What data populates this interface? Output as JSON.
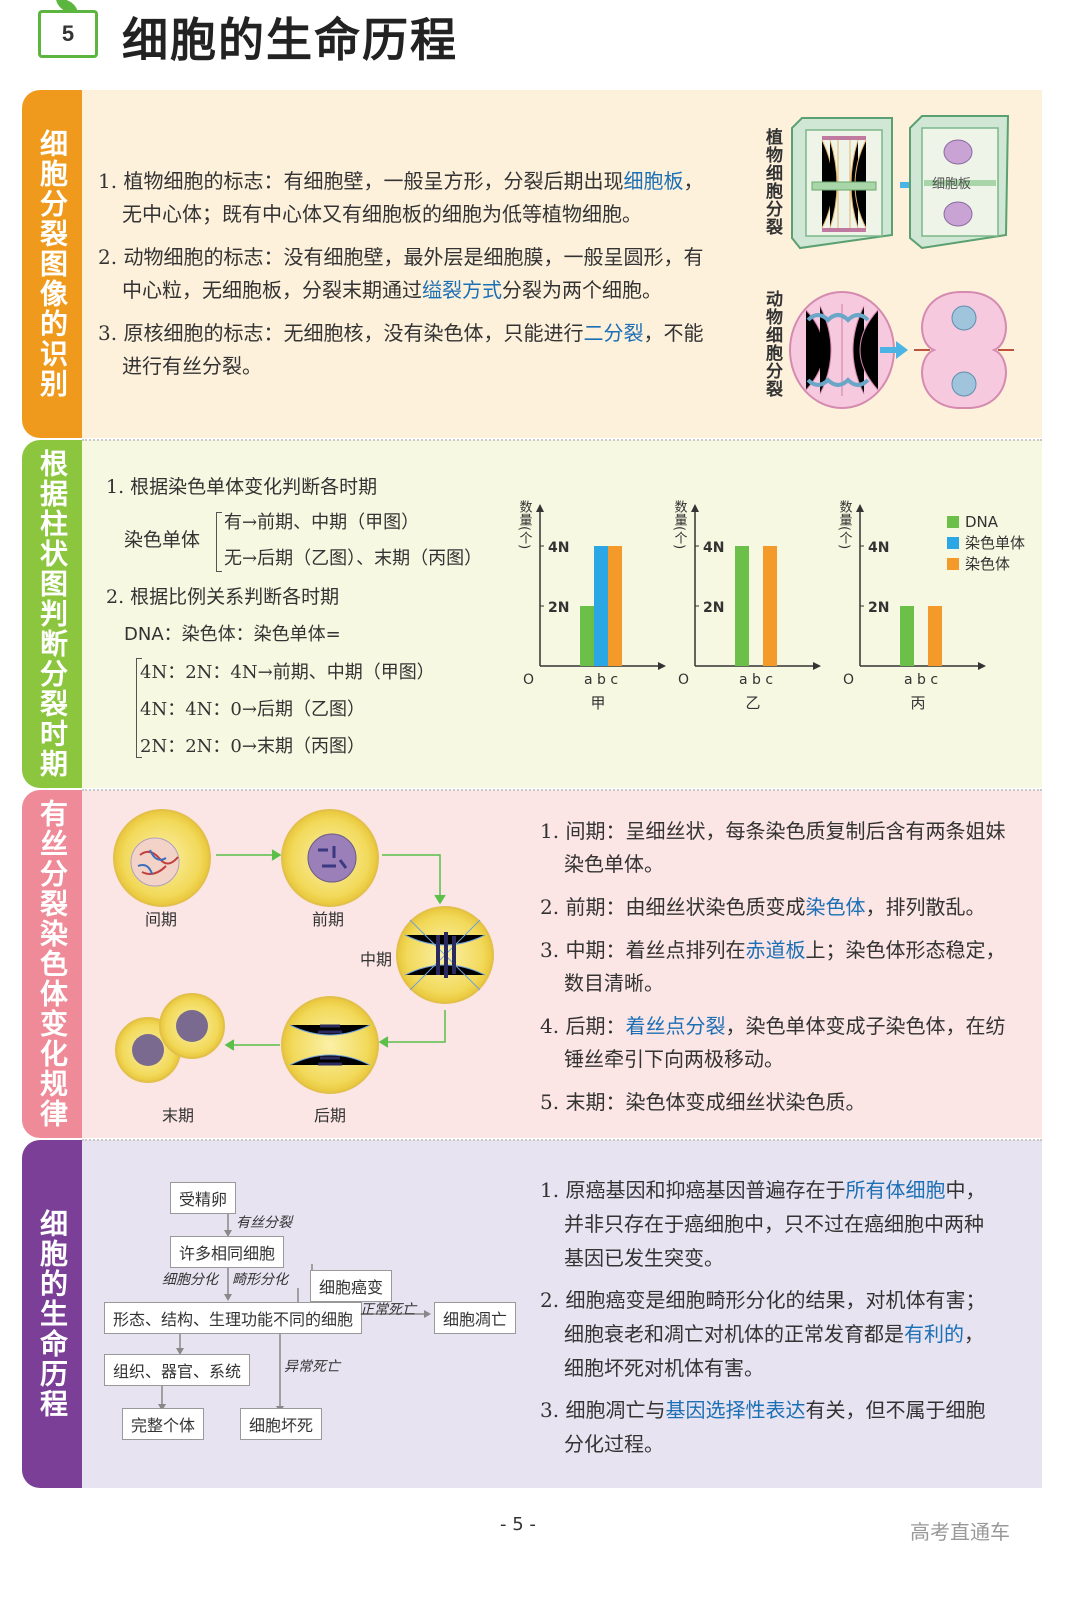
{
  "header": {
    "number": "5",
    "title": "细胞的生命历程"
  },
  "colors": {
    "tab1": "#ef9a1c",
    "tab2": "#8cc63e",
    "tab3": "#ef8b98",
    "tab4": "#7b3f98",
    "highlight": "#1b6fb5",
    "dna": "#6cc04a",
    "chromatid": "#2ba7e6",
    "chromosome": "#f39a2b"
  },
  "sections": [
    {
      "tab": "细胞分裂图像的识别"
    },
    {
      "tab": "根据柱状图判断分裂时期"
    },
    {
      "tab": "有丝分裂染色体变化规律"
    },
    {
      "tab": "细胞的生命历程"
    }
  ],
  "s1": {
    "items": [
      {
        "num": "1.",
        "a": "植物细胞的标志：有细胞壁，一般呈方形，分裂后期出现",
        "hl": "细胞板",
        "b": "，",
        "line2": "无中心体；既有中心体又有细胞板的细胞为低等植物细胞。"
      },
      {
        "num": "2.",
        "a": "动物细胞的标志：没有细胞壁，最外层是细胞膜，一般呈圆形，有",
        "line2a": "中心粒，无细胞板，分裂末期通过",
        "hl": "缢裂方式",
        "line2b": "分裂为两个细胞。"
      },
      {
        "num": "3.",
        "a": "原核细胞的标志：无细胞核，没有染色体，只能进行",
        "hl": "二分裂",
        "b": "，不能",
        "line2": "进行有丝分裂。"
      }
    ],
    "plant_label": "植物细胞分裂",
    "animal_label": "动物细胞分裂",
    "cell_plate_label": "细胞板",
    "arrow_icon": "arrow-right-icon"
  },
  "s2": {
    "l1": "1. 根据染色单体变化判断各时期",
    "chromatid": "染色单体",
    "has": "有→前期、中期（甲图）",
    "none": "无→后期（乙图）、末期（丙图）",
    "l2": "2. 根据比例关系判断各时期",
    "ratio": "DNA：染色体：染色单体=",
    "r1": "4N：2N：4N→前期、中期（甲图）",
    "r2": "4N：4N：0→后期（乙图）",
    "r3": "2N：2N：0→末期（丙图）",
    "ylabel": "数量(个)",
    "origin": "O",
    "xlabels": "a b c",
    "ticks": [
      "4N",
      "2N"
    ],
    "legend": [
      "DNA",
      "染色单体",
      "染色体"
    ]
  },
  "chart_data": [
    {
      "type": "bar",
      "title": "甲",
      "categories": [
        "a",
        "b",
        "c"
      ],
      "ylabel": "数量(个)",
      "ticks": [
        "2N",
        "4N"
      ],
      "series": [
        {
          "name": "DNA",
          "values": [
            2,
            null,
            null
          ]
        },
        {
          "name": "染色单体",
          "values": [
            null,
            4,
            null
          ]
        },
        {
          "name": "染色体",
          "values": [
            null,
            null,
            4
          ]
        }
      ],
      "note_values_in_N": {
        "a": 2,
        "b": 4,
        "c": 4
      }
    },
    {
      "type": "bar",
      "title": "乙",
      "categories": [
        "a",
        "b",
        "c"
      ],
      "ylabel": "数量(个)",
      "ticks": [
        "2N",
        "4N"
      ],
      "series": [
        {
          "name": "DNA",
          "values": [
            4,
            null,
            null
          ]
        },
        {
          "name": "染色单体",
          "values": [
            null,
            0,
            null
          ]
        },
        {
          "name": "染色体",
          "values": [
            null,
            null,
            4
          ]
        }
      ]
    },
    {
      "type": "bar",
      "title": "丙",
      "categories": [
        "a",
        "b",
        "c"
      ],
      "ylabel": "数量(个)",
      "ticks": [
        "2N",
        "4N"
      ],
      "series": [
        {
          "name": "DNA",
          "values": [
            2,
            null,
            null
          ]
        },
        {
          "name": "染色单体",
          "values": [
            null,
            0,
            null
          ]
        },
        {
          "name": "染色体",
          "values": [
            null,
            null,
            2
          ]
        }
      ]
    }
  ],
  "s3": {
    "stages": [
      "间期",
      "前期",
      "中期",
      "末期",
      "后期"
    ],
    "items": [
      {
        "num": "1.",
        "a": "间期：呈细丝状，每条染色质复制后含有两条姐妹",
        "line2": "染色单体。"
      },
      {
        "num": "2.",
        "a": "前期：由细丝状染色质变成",
        "hl": "染色体",
        "b": "，排列散乱。"
      },
      {
        "num": "3.",
        "a": "中期：着丝点排列在",
        "hl": "赤道板",
        "b": "上；染色体形态稳定，",
        "line2": "数目清晰。"
      },
      {
        "num": "4.",
        "a": "后期：",
        "hl": "着丝点分裂",
        "b": "，染色单体变成子染色体，在纺",
        "line2": "锤丝牵引下向两极移动。"
      },
      {
        "num": "5.",
        "a": "末期：染色体变成细丝状染色质。"
      }
    ]
  },
  "s4": {
    "flow": {
      "zygote": "受精卵",
      "mitosis": "有丝分裂",
      "same_cells": "许多相同细胞",
      "diff": "细胞分化",
      "abnormal": "畸形分化",
      "cancer": "细胞癌变",
      "diff_cells": "形态、结构、生理功能不同的细胞",
      "normal_death": "正常死亡",
      "apoptosis": "细胞凋亡",
      "tissues": "组织、器官、系统",
      "abnormal_death": "异常死亡",
      "individual": "完整个体",
      "necrosis": "细胞坏死"
    },
    "items": [
      {
        "num": "1.",
        "a": "原癌基因和抑癌基因普遍存在于",
        "hl": "所有体细胞",
        "b": "中，",
        "line2": "并非只存在于癌细胞中，只不过在癌细胞中两种",
        "line3": "基因已发生突变。"
      },
      {
        "num": "2.",
        "a": "细胞癌变是细胞畸形分化的结果，对机体有害；",
        "line2a": "细胞衰老和凋亡对机体的正常发育都是",
        "hl": "有利的",
        "line2b": "，",
        "line3": "细胞坏死对机体有害。"
      },
      {
        "num": "3.",
        "a": "细胞凋亡与",
        "hl": "基因选择性表达",
        "b": "有关，但不属于细胞",
        "line2": "分化过程。"
      }
    ]
  },
  "footer": {
    "page": "- 5 -",
    "brand": "高考直通车"
  }
}
